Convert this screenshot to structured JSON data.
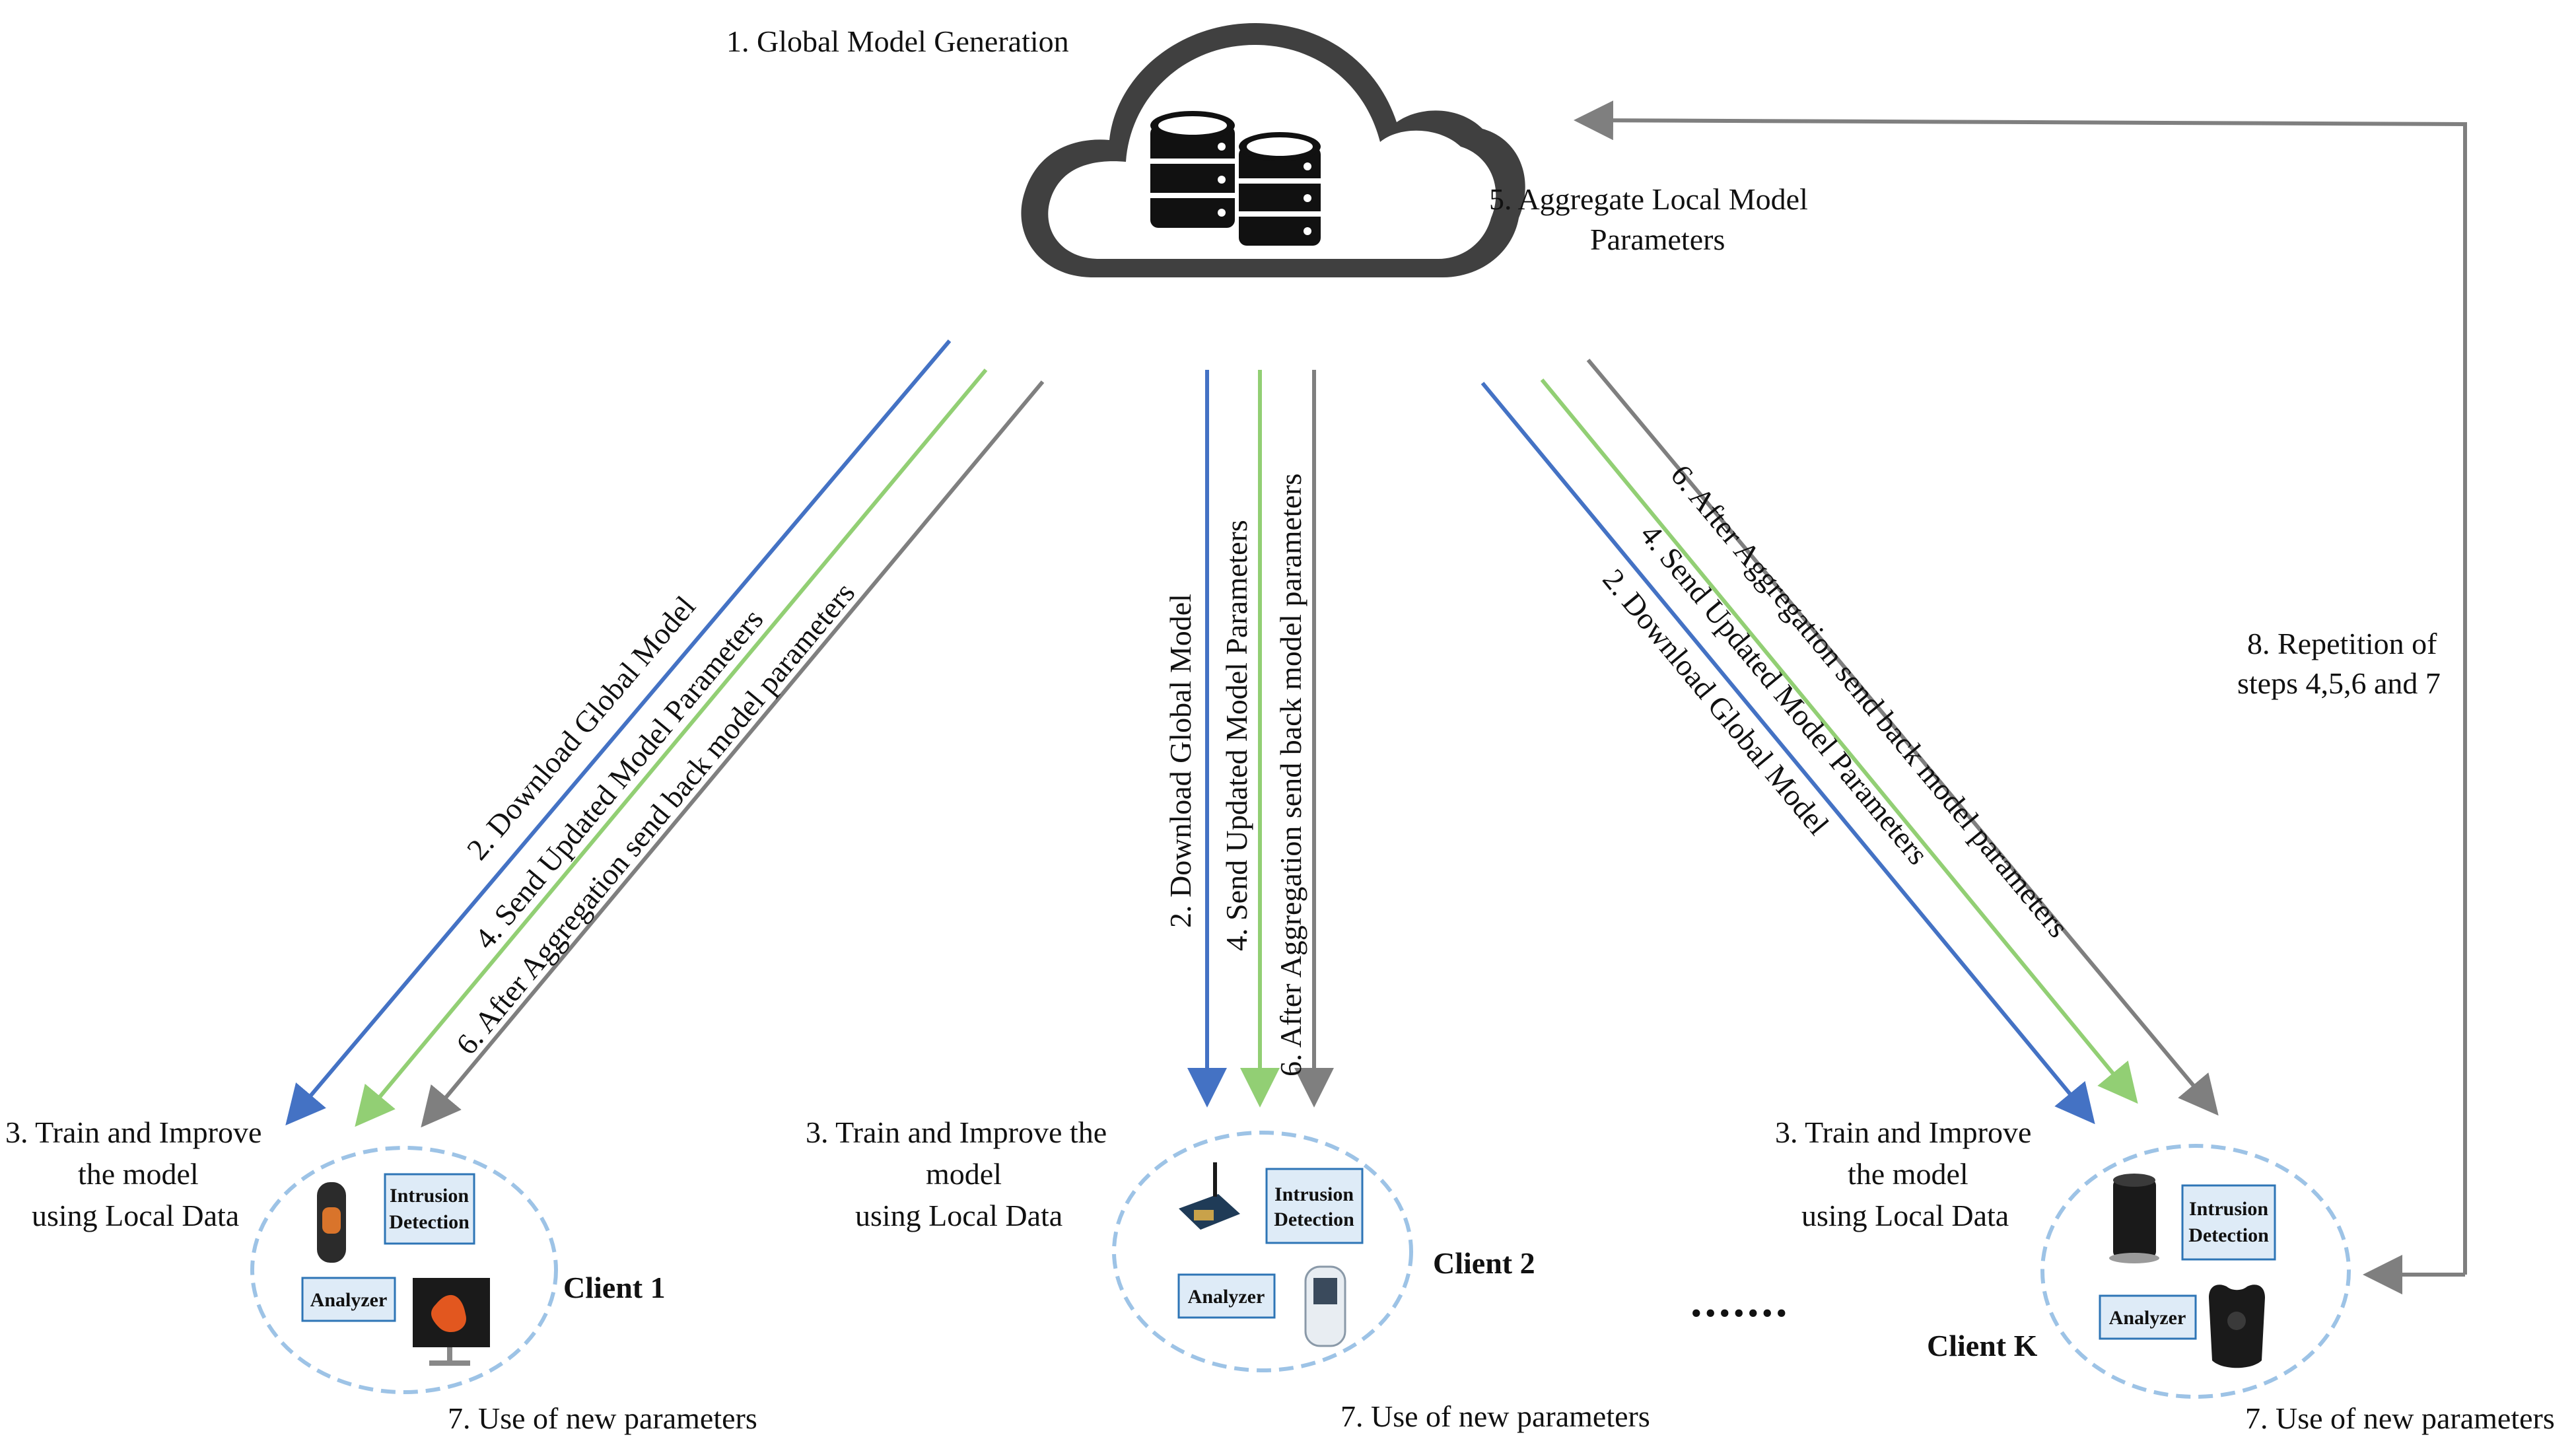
{
  "colors": {
    "download": "#4472C4",
    "send_updated": "#92CF74",
    "after_aggregation": "#7F7F7F",
    "repetition": "#7F7F7F",
    "client_outline": "#9DC3E6",
    "box_fill": "#DEEBF7",
    "box_stroke": "#2E75B6",
    "cloud": "#404040"
  },
  "server": {
    "global_model_generation": "1. Global Model Generation",
    "aggregate_line1": "5. Aggregate Local Model",
    "aggregate_line2": "Parameters",
    "icon": "database-cloud-icon"
  },
  "repetition": {
    "line1": "8. Repetition of",
    "line2": "steps 4,5,6 and 7"
  },
  "arrow_labels": {
    "download": "2. Download Global Model",
    "send_updated": "4. Send Updated Model Parameters",
    "after_aggregation": "6. After Aggregation send back model parameters"
  },
  "clients": [
    {
      "name": "Client 1",
      "train_lines": [
        "3. Train and Improve",
        "the model",
        "using Local Data"
      ],
      "use_params": "7. Use of new parameters",
      "intrusion_line1": "Intrusion",
      "intrusion_line2": "Detection",
      "analyzer": "Analyzer",
      "devices": [
        "smartwatch-icon",
        "monitor-icon"
      ]
    },
    {
      "name": "Client 2",
      "train_lines": [
        "3. Train and Improve the",
        "model",
        "using Local Data"
      ],
      "use_params": "7. Use of new parameters",
      "intrusion_line1": "Intrusion",
      "intrusion_line2": "Detection",
      "analyzer": "Analyzer",
      "devices": [
        "iot-board-icon",
        "glucose-meter-icon"
      ]
    },
    {
      "name": "Client K",
      "train_lines": [
        "3. Train and Improve",
        "the model",
        "using Local Data"
      ],
      "use_params": "7. Use of new parameters",
      "intrusion_line1": "Intrusion",
      "intrusion_line2": "Detection",
      "analyzer": "Analyzer",
      "devices": [
        "smart-speaker-icon",
        "wearable-vest-icon"
      ]
    }
  ],
  "ellipsis": "......."
}
